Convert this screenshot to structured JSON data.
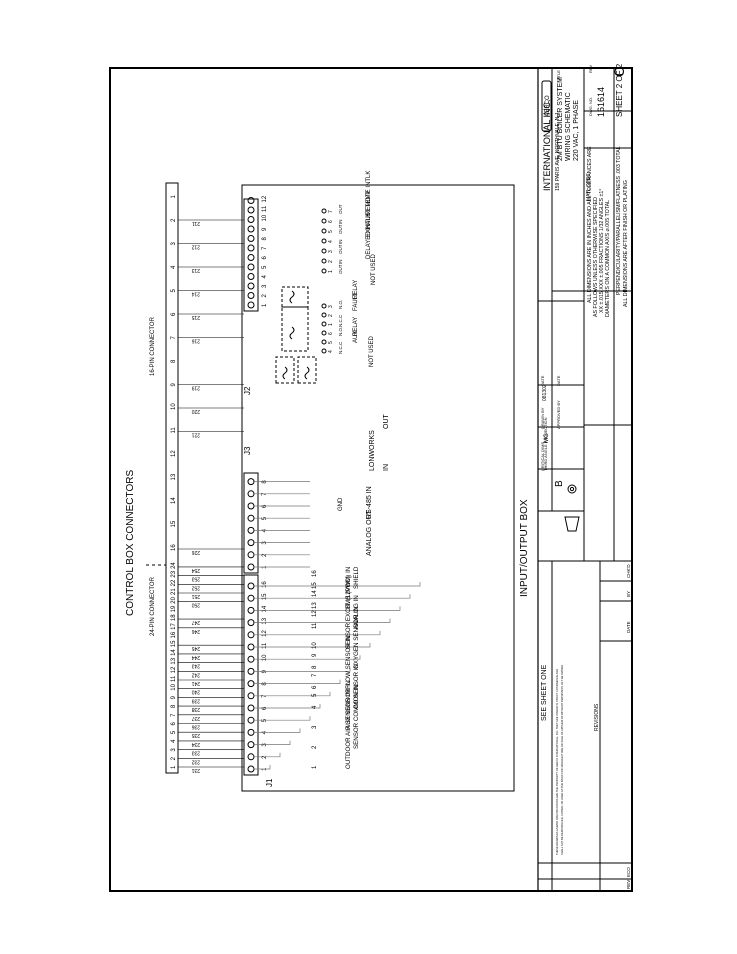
{
  "drawing_title": "INPUT/OUTPUT BOX",
  "control_box_title": "CONTROL BOX CONNECTORS",
  "connectors": {
    "pin24_label": "24-PIN CONNECTOR",
    "pin16_label": "16-PIN CONNECTOR",
    "pin24_numbers": [
      "1",
      "2",
      "3",
      "4",
      "5",
      "6",
      "7",
      "8",
      "9",
      "10",
      "11",
      "12",
      "13",
      "14",
      "15",
      "16",
      "17",
      "18",
      "19",
      "20",
      "21",
      "22",
      "23",
      "24"
    ],
    "pin16_numbers": [
      "16",
      "15",
      "14",
      "13",
      "12",
      "11",
      "10",
      "9",
      "8",
      "7",
      "6",
      "5",
      "4",
      "3",
      "2",
      "1"
    ],
    "pin24_wires": [
      "231",
      "232",
      "233",
      "234",
      "235",
      "236",
      "237",
      "238",
      "239",
      "240",
      "241",
      "242",
      "243",
      "244",
      "245",
      "",
      "246",
      "247",
      "",
      "250",
      "251",
      "252",
      "253",
      "254"
    ],
    "pin16_wires": [
      "226",
      "",
      "",
      "",
      "",
      "221",
      "220",
      "219",
      "",
      "216",
      "215",
      "214",
      "213",
      "212",
      "211",
      ""
    ]
  },
  "terminal_blocks": {
    "j1": "J1",
    "j2": "J2",
    "j3": "J3",
    "j1_pins": [
      "1",
      "2",
      "3",
      "4",
      "5",
      "6",
      "7",
      "8",
      "9",
      "10",
      "11",
      "12",
      "13",
      "14",
      "15",
      "16"
    ],
    "j3_pins": [
      "1",
      "2",
      "3",
      "4",
      "5",
      "6",
      "7",
      "8"
    ],
    "j2_pins": [
      "1",
      "2",
      "3",
      "4",
      "5",
      "6",
      "7",
      "8",
      "9",
      "10",
      "11",
      "12"
    ]
  },
  "j1_inputs": [
    {
      "label": "OUTDOOR AIR SENSOR IN",
      "pins": [
        "1"
      ]
    },
    {
      "label": "SENSOR COMMON IN",
      "pins": [
        "2"
      ]
    },
    {
      "label": "AUX SENSOR IN",
      "pins": [
        "3"
      ]
    },
    {
      "label": "CO SENSOR IN",
      "pins": [
        "4",
        "5"
      ]
    },
    {
      "label": "FLOW SENSOR IN",
      "pins": [
        "6",
        "7"
      ]
    },
    {
      "label": "OXYGEN SENSOR IN",
      "pins": [
        "8",
        "9"
      ]
    },
    {
      "label": "SENSOR EXCIT. (12VDC)",
      "pins": [
        "10"
      ]
    },
    {
      "label": "ANALOG IN",
      "pins": [
        "11",
        "12"
      ]
    },
    {
      "label": "BMS (PWM) IN",
      "pins": [
        "13",
        "14"
      ]
    },
    {
      "label": "SHIELD",
      "pins": [
        "15",
        "16"
      ]
    }
  ],
  "j3_outputs": [
    {
      "label": "ANALOG OUT",
      "pins": [
        "1",
        "2"
      ]
    },
    {
      "label": "RS-485 IN",
      "pins": [
        "1",
        "2",
        "3"
      ]
    },
    {
      "label": "GND",
      "pins": []
    },
    {
      "label": "LONWORKS",
      "pins": []
    },
    {
      "label": "IN",
      "pins": [
        "1",
        "2"
      ]
    },
    {
      "label": "OUT",
      "pins": [
        "3",
        "4"
      ]
    }
  ],
  "polarity": {
    "plus": "+",
    "minus": "-",
    "a": "A",
    "b": "B"
  },
  "j2_outputs": {
    "not_used": "NOT USED",
    "aux_relay": [
      "AUX",
      "RELAY"
    ],
    "fault_relay": [
      "FAULT",
      "RELAY"
    ],
    "delayed_intlk": "DELAYED INTLK",
    "exhaust_temp": "EXHAUST TEMP",
    "remote_intlk": "REMOTE INTLK",
    "contact_nc": "N.C.",
    "contact_c": "C",
    "contact_no": "N.O.",
    "in": "IN",
    "out": "OUT",
    "relay_pins": [
      "4",
      "5",
      "6",
      "1",
      "2",
      "3"
    ],
    "intlk_pins": [
      "1",
      "2",
      "3",
      "4",
      "5",
      "6",
      "7"
    ]
  },
  "see_sheet": "SEE SHEET ONE",
  "title_block": {
    "company": "INTERNATIONAL INC.",
    "address": "159 PARIS AVE, NORTHVALE, N.J.",
    "title_label": "TITLE",
    "title_lines": [
      "2M BTU BOILER SYSTEM",
      "WIRING SCHEMATIC",
      "220 VAC, 1 PHASE"
    ],
    "matl_spec": "MATL SPEC:",
    "dwg_no_label": "DWG. NO.",
    "dwg_no": "161614",
    "rev_label": "REV",
    "rev": "C",
    "sheet": "SHEET 2 OF 2",
    "projection": "THIRD ANGLE PROJECTION",
    "critical_dims": "CRITICAL DIMS",
    "critical_dims_value": "B",
    "drawn_by": "DRAWN BY",
    "drawn_by_value": "MG",
    "date_label": "DATE",
    "date_value": "081302",
    "approved_by": "APPROVED BY",
    "tolerances": [
      "ALL DIMENSIONS ARE IN INCHES AND ALL TOLERANCES ARE",
      "AS FOLLOWS UNLESS OTHERWISE SPECIFIED",
      "XX ±.015 XXX ±.005 FRACTIONS 1/32 ANGLES ±1°",
      "DIAMETERS ON A COMMON AXIS ⌀.005 TOTAL",
      "PERPENDICULARITY/PARALLELISM/FLATNESS .003 TOTAL",
      "ALL DIMENSIONS ARE AFTER FINISH OR PLATING"
    ],
    "revisions_label": "REVISIONS",
    "rev_col": "REV",
    "eco_col": "ECO",
    "date_col": "DATE",
    "by_col": "BY",
    "chkd_col": "CHK'D",
    "proprietary": [
      "THESE DRAWINGS AND/OR SPECIFICATIONS ARE THE PROPERTY OF AERCO INTERNATIONAL, INC. THEY ARE ISSUED IN STRICT CONFIDENCE AND",
      "SHALL NOT BE REPRODUCED, COPIED, OR USED AS THE BASIS FOR MANUFACTURE OR SALE OF APPARATUS WITHOUT PERMISSION OF THE OWNER."
    ]
  }
}
